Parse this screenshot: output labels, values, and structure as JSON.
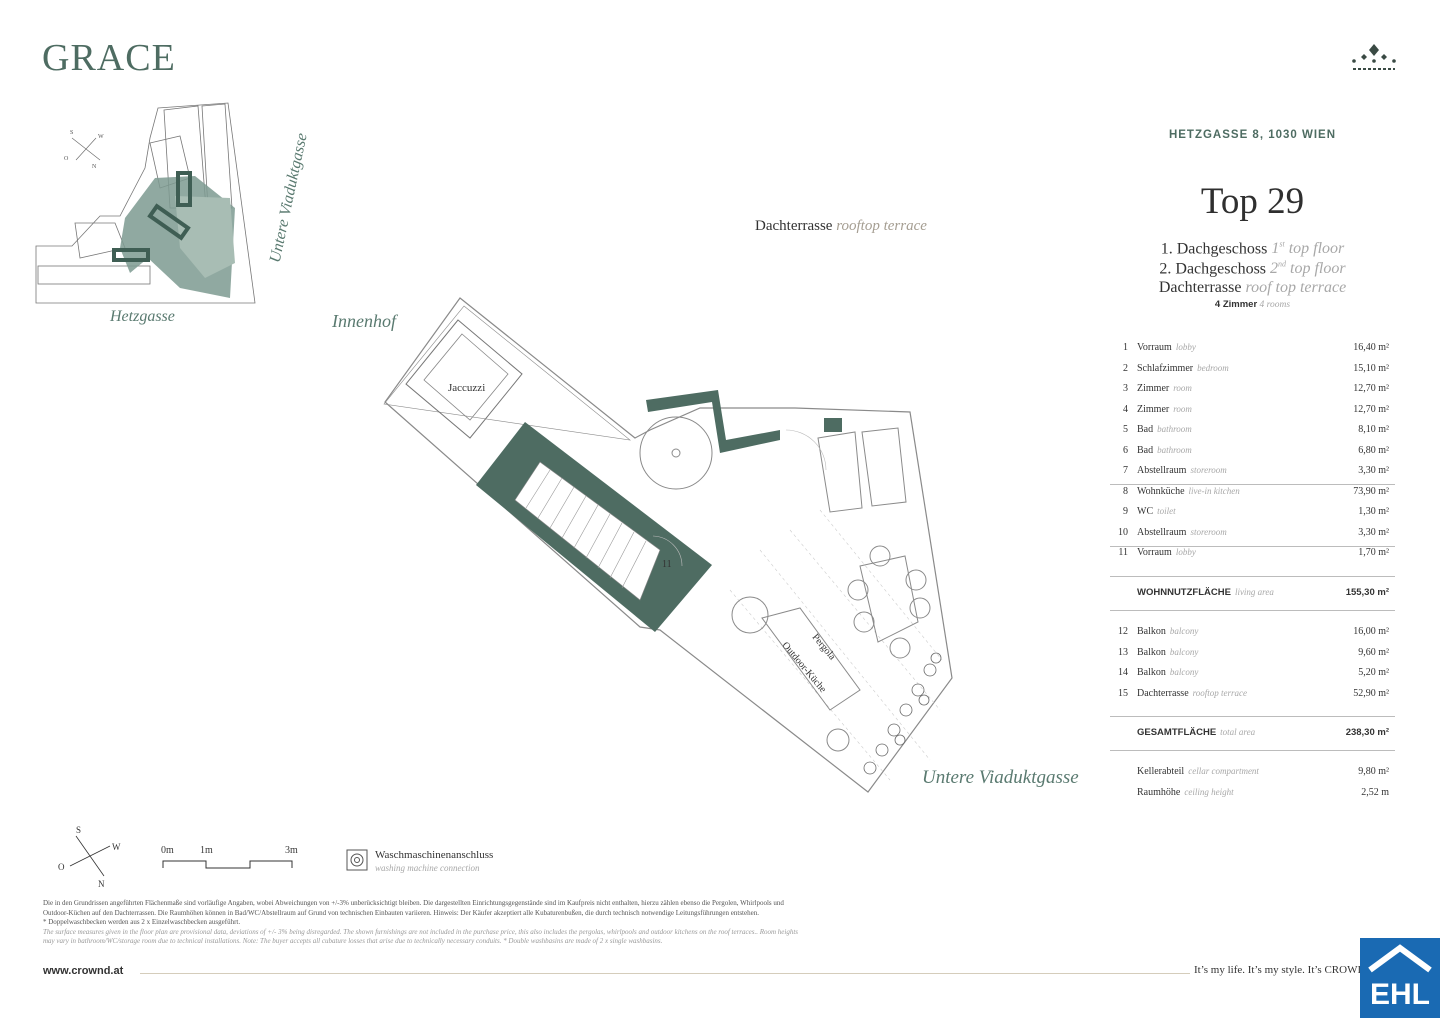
{
  "brand": {
    "logo": "GRACE",
    "crown_icon": "crown-logo-icon",
    "accent": "#4e6c62"
  },
  "header": {
    "address": "HETZGASSE 8, 1030 WIEN",
    "title": "Top 29",
    "floors": [
      {
        "de": "1. Dachgeschoss",
        "sup": "1st",
        "en": "top floor",
        "en_prefix": "1",
        "en_suffix": "st"
      },
      {
        "de": "2. Dachgeschoss",
        "en_prefix": "2",
        "en_suffix": "nd",
        "en": "top floor"
      },
      {
        "de": "Dachterrasse",
        "en": "roof  top terrace"
      }
    ],
    "rooms": {
      "de": "4 Zimmer",
      "en": "4 rooms"
    }
  },
  "rooms": [
    {
      "no": "1",
      "de": "Vorraum",
      "en": "lobby",
      "area": "16,40 m²"
    },
    {
      "no": "2",
      "de": "Schlafzimmer",
      "en": "bedroom",
      "area": "15,10 m²"
    },
    {
      "no": "3",
      "de": "Zimmer",
      "en": "room",
      "area": "12,70 m²"
    },
    {
      "no": "4",
      "de": "Zimmer",
      "en": "room",
      "area": "12,70 m²"
    },
    {
      "no": "5",
      "de": "Bad",
      "en": "bathroom",
      "area": "8,10 m²"
    },
    {
      "no": "6",
      "de": "Bad",
      "en": "bathroom",
      "area": "6,80 m²"
    },
    {
      "no": "7",
      "de": "Abstellraum",
      "en": "storeroom",
      "area": "3,30 m²"
    },
    {
      "no": "8",
      "de": "Wohnküche",
      "en": "live-in kitchen",
      "area": "73,90 m²"
    },
    {
      "no": "9",
      "de": "WC",
      "en": "toilet",
      "area": "1,30 m²"
    },
    {
      "no": "10",
      "de": "Abstellraum",
      "en": "storeroom",
      "area": "3,30 m²"
    },
    {
      "no": "11",
      "de": "Vorraum",
      "en": "lobby",
      "area": "1,70 m²"
    }
  ],
  "living_area": {
    "de": "WOHNNUTZFLÄCHE",
    "en": "living area",
    "area": "155,30 m²"
  },
  "outdoor": [
    {
      "no": "12",
      "de": "Balkon",
      "en": "balcony",
      "area": "16,00 m²"
    },
    {
      "no": "13",
      "de": "Balkon",
      "en": "balcony",
      "area": "9,60 m²"
    },
    {
      "no": "14",
      "de": "Balkon",
      "en": "balcony",
      "area": "5,20 m²"
    },
    {
      "no": "15",
      "de": "Dachterrasse",
      "en": "rooftop terrace",
      "area": "52,90 m²"
    }
  ],
  "total_area": {
    "de": "GESAMTFLÄCHE",
    "en": "total area",
    "area": "238,30 m²"
  },
  "extras": [
    {
      "de": "Kellerabteil",
      "en": "cellar compartment",
      "value": "9,80 m²"
    },
    {
      "de": "Raumhöhe",
      "en": "ceiling height",
      "value": "2,52 m"
    }
  ],
  "plan": {
    "terrace_label_de": "Dachterrasse",
    "terrace_label_en": "rooftop terrace",
    "innenhof": "Innenhof",
    "street_main": "Untere Viaduktgasse",
    "jaccuzzi": "Jaccuzzi",
    "pergola": "Pergola",
    "outdoor_kitchen": "Outdoor-Küche",
    "room_11": "11"
  },
  "key_plan": {
    "street_side": "Untere Viaduktgasse",
    "street_bottom": "Hetzgasse",
    "compass": {
      "n": "N",
      "s": "S",
      "w": "W",
      "o": "O"
    }
  },
  "legend": {
    "compass": {
      "n": "N",
      "s": "S",
      "w": "W",
      "o": "O"
    },
    "scale": {
      "zero": "0m",
      "one": "1m",
      "three": "3m"
    },
    "washer_de": "Waschmaschinenanschluss",
    "washer_en": "washing machine connection",
    "washer_icon": "washing-machine-connection-icon"
  },
  "disclaimer": {
    "de": "Die in den Grundrissen angeführten Flächenmaße sind vorläufige Angaben, wobei Abweichungen von +/-3% unberücksichtigt bleiben. Die dargestellten Einrichtungsgegenstände sind im Kaufpreis nicht enthalten, hierzu zählen ebenso die Pergolen, Whirlpools und Outdoor-Küchen auf den Dachterrassen. Die Raumhöhen können in Bad/WC/Abstellraum auf Grund von technischen Einbauten variieren. Hinweis: Der Käufer akzeptiert alle Kubaturenbußen, die durch technisch notwendige Leitungsführungen entstehen.",
    "de2": "* Doppelwaschbecken werden aus 2 x Einzelwaschbecken ausgeführt.",
    "en": "The surface measures given in the floor plan are provisional data, deviations of +/- 3% being disregarded. The shown furnishings are not included in the purchase price, this also includes the pergolas, whirlpools and outdoor kitchens on the roof terraces.. Room heights may vary in bathroom/WC/storage room due to technical installations. Note: The buyer accepts all cubature losses that arise due to technically necessary conduits. * Double washbasins are made of 2 x single washbasins."
  },
  "footer": {
    "url": "www.crownd.at",
    "tagline": "It’s my life. It’s my style. It’s CROWI",
    "ehl_logo": "EHL",
    "ehl_color": "#1a6ab3"
  }
}
